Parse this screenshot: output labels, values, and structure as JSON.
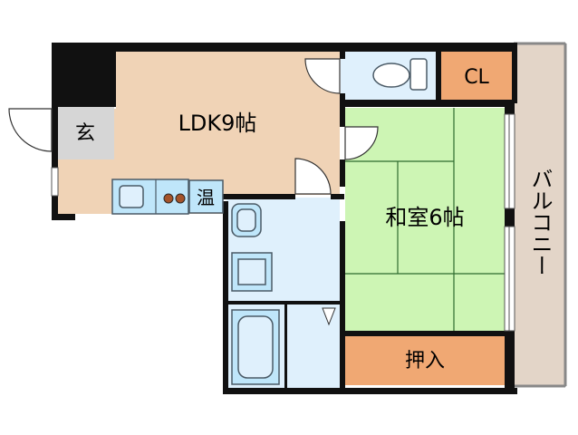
{
  "rooms": {
    "ldk": "LDK9帖",
    "genkan": "玄",
    "washitsu": "和室6帖",
    "closet": "CL",
    "oshiire": "押入",
    "balcony": "バルコニー",
    "water_heater": "温"
  },
  "colors": {
    "wall": "#111111",
    "ldk_floor": "#f0d3b6",
    "tatami": "#cdf5b4",
    "storage": "#f0a873",
    "wet_area": "#dff0fc",
    "fixture": "#bfe6fa",
    "fixture_stroke": "#4a5a66",
    "balcony": "#e3d5c8",
    "genkan": "#d6d6d6",
    "stove": "#a5532a"
  }
}
